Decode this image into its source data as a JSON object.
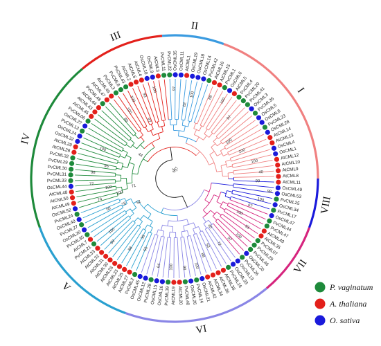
{
  "colors": {
    "p_vaginatum": "#1e8a3b",
    "a_thaliana": "#e3201b",
    "o_sativa": "#1a1adb",
    "clade_I": "#f08080",
    "clade_II": "#3a9be0",
    "clade_III": "#e3201b",
    "clade_IV": "#1e8a3b",
    "clade_V": "#2aa0d0",
    "clade_VI": "#8a86e6",
    "clade_VII": "#d6257e",
    "clade_VIII": "#1a1adb"
  },
  "legend": [
    {
      "label": "P. vaginatum",
      "color_key": "p_vaginatum"
    },
    {
      "label": "A. thaliana",
      "color_key": "a_thaliana"
    },
    {
      "label": "O. sativa",
      "color_key": "o_sativa"
    }
  ],
  "clades": [
    {
      "label": "I",
      "start": -70,
      "end": 0,
      "color_key": "clade_I"
    },
    {
      "label": "II",
      "start": -95,
      "end": -70,
      "color_key": "clade_II"
    },
    {
      "label": "III",
      "start": -130,
      "end": -95,
      "color_key": "clade_III"
    },
    {
      "label": "IV",
      "start": -200,
      "end": -130,
      "color_key": "clade_IV"
    },
    {
      "label": "V",
      "start": -250,
      "end": -200,
      "color_key": "clade_V"
    },
    {
      "label": "VI",
      "start": -310,
      "end": -250,
      "color_key": "clade_VI"
    },
    {
      "label": "VII",
      "start": -340,
      "end": -310,
      "color_key": "clade_VII"
    },
    {
      "label": "VIII",
      "start": -360,
      "end": -340,
      "color_key": "clade_VIII"
    }
  ],
  "leaves": [
    {
      "name": "AtCML11",
      "sp": "a"
    },
    {
      "name": "AtCML8",
      "sp": "a"
    },
    {
      "name": "AtCML9",
      "sp": "a"
    },
    {
      "name": "AtCML10",
      "sp": "a"
    },
    {
      "name": "AtCML12",
      "sp": "a"
    },
    {
      "name": "OsCML1",
      "sp": "o"
    },
    {
      "name": "OsCML4",
      "sp": "o"
    },
    {
      "name": "AtCML13",
      "sp": "a"
    },
    {
      "name": "AtCML14",
      "sp": "a"
    },
    {
      "name": "OsCML28",
      "sp": "o"
    },
    {
      "name": "PvCML23",
      "sp": "p"
    },
    {
      "name": "OsCML8",
      "sp": "o"
    },
    {
      "name": "OsCML5",
      "sp": "o"
    },
    {
      "name": "PvCML36",
      "sp": "p"
    },
    {
      "name": "OsCML3",
      "sp": "o"
    },
    {
      "name": "PvCML41",
      "sp": "p"
    },
    {
      "name": "PvCML20",
      "sp": "p"
    },
    {
      "name": "PvCML4",
      "sp": "p"
    },
    {
      "name": "AtCML5",
      "sp": "a"
    },
    {
      "name": "OsCML6",
      "sp": "o"
    },
    {
      "name": "PvCML1",
      "sp": "p"
    },
    {
      "name": "AtCML15",
      "sp": "a"
    },
    {
      "name": "AtCML16",
      "sp": "a"
    },
    {
      "name": "PvCML42",
      "sp": "p"
    },
    {
      "name": "OsCML14",
      "sp": "o"
    },
    {
      "name": "OsCML18",
      "sp": "o"
    },
    {
      "name": "OsCML19",
      "sp": "o"
    },
    {
      "name": "AtCML1",
      "sp": "a"
    },
    {
      "name": "OsCML11",
      "sp": "o"
    },
    {
      "name": "OsCML35",
      "sp": "o"
    },
    {
      "name": "PvCML22",
      "sp": "p"
    },
    {
      "name": "PvCML11",
      "sp": "p"
    },
    {
      "name": "AtCML3",
      "sp": "a"
    },
    {
      "name": "OsCML9",
      "sp": "o"
    },
    {
      "name": "OsCML10",
      "sp": "o"
    },
    {
      "name": "AtCML4",
      "sp": "a"
    },
    {
      "name": "AtCML6",
      "sp": "a"
    },
    {
      "name": "AtCML2",
      "sp": "a"
    },
    {
      "name": "PvCML43",
      "sp": "p"
    },
    {
      "name": "PvCML8",
      "sp": "p"
    },
    {
      "name": "PvCML3",
      "sp": "p"
    },
    {
      "name": "AtCML46",
      "sp": "a"
    },
    {
      "name": "AtCML47",
      "sp": "a"
    },
    {
      "name": "PvCML48",
      "sp": "p"
    },
    {
      "name": "AtCML44",
      "sp": "a"
    },
    {
      "name": "AtCML43",
      "sp": "a"
    },
    {
      "name": "AtCML45",
      "sp": "a"
    },
    {
      "name": "PvCML06",
      "sp": "p"
    },
    {
      "name": "OsCML27",
      "sp": "o"
    },
    {
      "name": "PvCML13",
      "sp": "p"
    },
    {
      "name": "OsCML24",
      "sp": "o"
    },
    {
      "name": "OsCML32",
      "sp": "o"
    },
    {
      "name": "AtCML29",
      "sp": "a"
    },
    {
      "name": "AtCML28",
      "sp": "a"
    },
    {
      "name": "PvCML32",
      "sp": "p"
    },
    {
      "name": "PvCML29",
      "sp": "p"
    },
    {
      "name": "PvCML30",
      "sp": "p"
    },
    {
      "name": "PvCML31",
      "sp": "p"
    },
    {
      "name": "PvCML33",
      "sp": "p"
    },
    {
      "name": "OsCML44",
      "sp": "o"
    },
    {
      "name": "AtCML48",
      "sp": "a"
    },
    {
      "name": "AtCML50",
      "sp": "a"
    },
    {
      "name": "AtCML49",
      "sp": "a"
    },
    {
      "name": "OsCML52",
      "sp": "o"
    },
    {
      "name": "PvCML24",
      "sp": "p"
    },
    {
      "name": "OsCML40",
      "sp": "o"
    },
    {
      "name": "PvCML27",
      "sp": "p"
    },
    {
      "name": "OsCML30",
      "sp": "o"
    },
    {
      "name": "PvCML35",
      "sp": "p"
    },
    {
      "name": "AtCML7",
      "sp": "a"
    },
    {
      "name": "PvCML21",
      "sp": "p"
    },
    {
      "name": "AtCML33",
      "sp": "a"
    },
    {
      "name": "AtCML32",
      "sp": "a"
    },
    {
      "name": "AtCML31",
      "sp": "a"
    },
    {
      "name": "AtCML30",
      "sp": "a"
    },
    {
      "name": "AtCML26",
      "sp": "a"
    },
    {
      "name": "AtCML23",
      "sp": "a"
    },
    {
      "name": "AtCML25",
      "sp": "a"
    },
    {
      "name": "AtCML27",
      "sp": "a"
    },
    {
      "name": "PvCML2",
      "sp": "p"
    },
    {
      "name": "OsCML45",
      "sp": "o"
    },
    {
      "name": "OsCML12",
      "sp": "o"
    },
    {
      "name": "PvCML28",
      "sp": "p"
    },
    {
      "name": "OsCML15",
      "sp": "o"
    },
    {
      "name": "OsCML16",
      "sp": "o"
    },
    {
      "name": "PvCML39",
      "sp": "p"
    },
    {
      "name": "AtCML19",
      "sp": "a"
    },
    {
      "name": "AtCML20",
      "sp": "a"
    },
    {
      "name": "PvCML40",
      "sp": "p"
    },
    {
      "name": "OsCML26",
      "sp": "o"
    },
    {
      "name": "PvCML14",
      "sp": "p"
    },
    {
      "name": "OsCML21",
      "sp": "o"
    },
    {
      "name": "AtCML42",
      "sp": "a"
    },
    {
      "name": "AtCML34",
      "sp": "a"
    },
    {
      "name": "AtCML36",
      "sp": "a"
    },
    {
      "name": "AtCML38",
      "sp": "a"
    },
    {
      "name": "PvCML16",
      "sp": "p"
    },
    {
      "name": "OsCML33",
      "sp": "o"
    },
    {
      "name": "OsCML13",
      "sp": "o"
    },
    {
      "name": "PvCML26",
      "sp": "p"
    },
    {
      "name": "OsCML20",
      "sp": "o"
    },
    {
      "name": "PvCML46",
      "sp": "p"
    },
    {
      "name": "PvCML29",
      "sp": "p"
    },
    {
      "name": "PvCML07",
      "sp": "p"
    },
    {
      "name": "AtCML35",
      "sp": "a"
    },
    {
      "name": "AtCML40",
      "sp": "a"
    },
    {
      "name": "PvCML47",
      "sp": "p"
    },
    {
      "name": "PvCML44",
      "sp": "p"
    },
    {
      "name": "OsCML47",
      "sp": "o"
    },
    {
      "name": "PvCML17",
      "sp": "p"
    },
    {
      "name": "OsCML34",
      "sp": "o"
    },
    {
      "name": "PvCML25",
      "sp": "p"
    },
    {
      "name": "OsCML53",
      "sp": "o"
    },
    {
      "name": "OsCML49",
      "sp": "o"
    }
  ],
  "bootstrap": [
    {
      "v": "99",
      "a": 2,
      "r": 120
    },
    {
      "v": "40",
      "a": -4,
      "r": 125
    },
    {
      "v": "100",
      "a": -12,
      "r": 118
    },
    {
      "v": "100",
      "a": -22,
      "r": 105
    },
    {
      "v": "100",
      "a": -34,
      "r": 95
    },
    {
      "v": "97",
      "a": -48,
      "r": 118
    },
    {
      "v": "100",
      "a": -58,
      "r": 132
    },
    {
      "v": "88",
      "a": -66,
      "r": 128
    },
    {
      "v": "100",
      "a": -78,
      "r": 124
    },
    {
      "v": "82",
      "a": -82,
      "r": 108
    },
    {
      "v": "97",
      "a": -90,
      "r": 130
    },
    {
      "v": "100",
      "a": -103,
      "r": 132
    },
    {
      "v": "93",
      "a": -110,
      "r": 128
    },
    {
      "v": "100",
      "a": -118,
      "r": 130
    },
    {
      "v": "100",
      "a": -124,
      "r": 118
    },
    {
      "v": "80",
      "a": -130,
      "r": 110
    },
    {
      "v": "97",
      "a": -114,
      "r": 92
    },
    {
      "v": "44",
      "a": -146,
      "r": 60
    },
    {
      "v": "100",
      "a": -158,
      "r": 112
    },
    {
      "v": "96",
      "a": -170,
      "r": 100
    },
    {
      "v": "98",
      "a": -176,
      "r": 118
    },
    {
      "v": "100",
      "a": -188,
      "r": 96
    },
    {
      "v": "72",
      "a": -184,
      "r": 120
    },
    {
      "v": "74",
      "a": -196,
      "r": 112
    },
    {
      "v": "100",
      "a": -195,
      "r": 82
    },
    {
      "v": "71",
      "a": -191,
      "r": 60
    },
    {
      "v": "50",
      "a": -205,
      "r": 105
    },
    {
      "v": "78",
      "a": -207,
      "r": 82
    },
    {
      "v": "52",
      "a": -214,
      "r": 62
    },
    {
      "v": "100",
      "a": -220,
      "r": 118
    },
    {
      "v": "99",
      "a": -226,
      "r": 128
    },
    {
      "v": "88",
      "a": -238,
      "r": 120
    },
    {
      "v": "55",
      "a": -248,
      "r": 110
    },
    {
      "v": "36",
      "a": -242,
      "r": 96
    },
    {
      "v": "64",
      "a": -260,
      "r": 128
    },
    {
      "v": "100",
      "a": -268,
      "r": 128
    },
    {
      "v": "98",
      "a": -276,
      "r": 130
    },
    {
      "v": "100",
      "a": -284,
      "r": 130
    },
    {
      "v": "88",
      "a": -290,
      "r": 118
    },
    {
      "v": "53",
      "a": -296,
      "r": 108
    },
    {
      "v": "72",
      "a": -304,
      "r": 114
    },
    {
      "v": "97",
      "a": -312,
      "r": 118
    },
    {
      "v": "100",
      "a": -318,
      "r": 124
    },
    {
      "v": "93",
      "a": -326,
      "r": 126
    },
    {
      "v": "40",
      "a": -306,
      "r": 86
    },
    {
      "v": "100",
      "a": -332,
      "r": 106
    },
    {
      "v": "67",
      "a": -340,
      "r": 116
    },
    {
      "v": "100",
      "a": -346,
      "r": 128
    },
    {
      "v": "98",
      "a": -352,
      "r": 138
    },
    {
      "v": "39",
      "a": -100,
      "r": 12
    },
    {
      "v": "37",
      "a": -76,
      "r": 14
    }
  ]
}
